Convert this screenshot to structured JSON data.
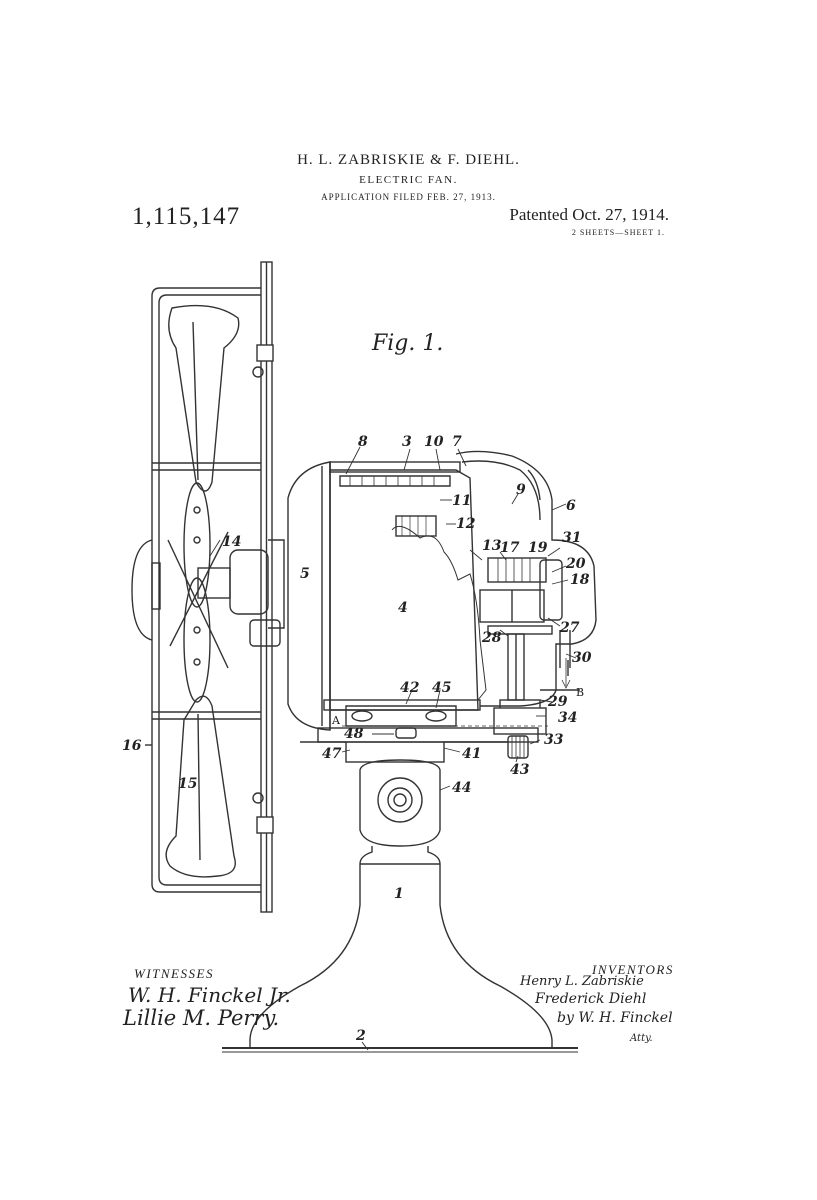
{
  "header": {
    "inventors_line": "H. L. ZABRISKIE & F. DIEHL.",
    "title": "ELECTRIC FAN.",
    "filed": "APPLICATION FILED FEB. 27, 1913.",
    "patent_number": "1,115,147",
    "patented": "Patented Oct. 27, 1914.",
    "sheets": "2 SHEETS—SHEET 1."
  },
  "figure": {
    "label": "Fig. 1.",
    "refs": {
      "r1": "1",
      "r2": "2",
      "r3": "3",
      "r4": "4",
      "r5": "5",
      "r6": "6",
      "r7": "7",
      "r8": "8",
      "r9": "9",
      "r10": "10",
      "r11": "11",
      "r12": "12",
      "r13": "13",
      "r14": "14",
      "r15": "15",
      "r16": "16",
      "r17": "17",
      "r18": "18",
      "r19": "19",
      "r20": "20",
      "r27": "27",
      "r28": "28",
      "r29": "29",
      "r30": "30",
      "r31": "31",
      "r33": "33",
      "r34": "34",
      "r41": "41",
      "r42": "42",
      "r43": "43",
      "r44": "44",
      "r45": "45",
      "r47": "47",
      "r48": "48",
      "rA": "A",
      "rB": "B"
    }
  },
  "signatures": {
    "witnesses_caption": "WITNESSES",
    "witness_1": "W. H. Finckel Jr.",
    "witness_2": "Lillie M. Perry.",
    "inventors_caption": "INVENTORS",
    "inventor_1": "Henry L. Zabriskie",
    "inventor_2": "Frederick Diehl",
    "attorney": "by W. H. Finckel",
    "attorney_suffix": "Atty."
  }
}
